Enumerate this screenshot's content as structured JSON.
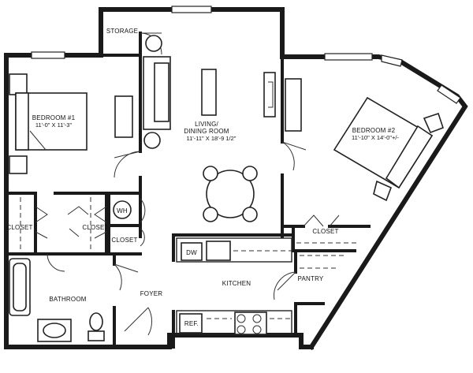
{
  "rooms": {
    "storage": {
      "name": "STORAGE"
    },
    "living": {
      "name": "LIVING/",
      "name2": "DINING ROOM",
      "dims": "11'-11\" X 18'-9 1/2\""
    },
    "bedroom1": {
      "name": "BEDROOM #1",
      "dims": "11'-0\" X 11'-3\""
    },
    "bedroom2": {
      "name": "BEDROOM #2",
      "dims": "11'-10\" X 14'-0\"+/-"
    },
    "closet_left": {
      "name": "CLOSET"
    },
    "closet_mid": {
      "name": "CLOSET"
    },
    "closet_small": {
      "name": "CLOSET"
    },
    "closet_right": {
      "name": "CLOSET"
    },
    "wh": {
      "name": "WH"
    },
    "bathroom": {
      "name": "BATHROOM"
    },
    "foyer": {
      "name": "FOYER"
    },
    "kitchen": {
      "name": "KITCHEN"
    },
    "pantry": {
      "name": "PANTRY"
    },
    "dw": {
      "name": "DW"
    },
    "ref": {
      "name": "REF."
    }
  }
}
